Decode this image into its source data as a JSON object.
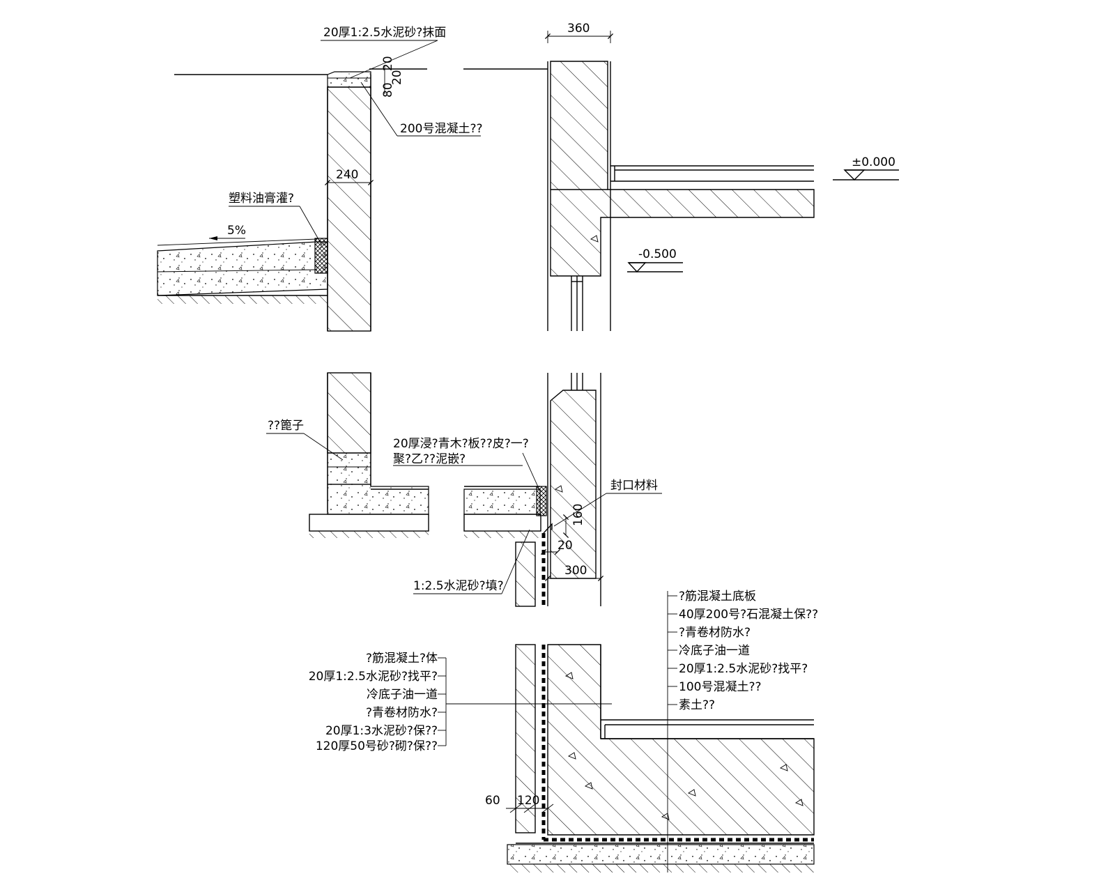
{
  "labels": {
    "top_mortar_finish": "20厚1:2.5水泥砂?抹面",
    "concrete_coping": "200号混凝土??",
    "plastic_ointment": "塑料油膏灌?",
    "slope": "5%",
    "elev_zero": "±0.000",
    "elev_minus": "-0.500",
    "grate": "??篦子",
    "asphalt_board_1": "20厚浸?青木?板??皮?一?",
    "asphalt_board_2": "聚?乙??泥嵌?",
    "seal_material": "封口材料",
    "mortar_fill": "1:2.5水泥砂?填?"
  },
  "dimensions": {
    "d360": "360",
    "d240": "240",
    "d20a": "20",
    "d20b": "20",
    "d80": "80",
    "d160": "160",
    "d20c": "20",
    "d300": "300",
    "d60": "60",
    "d120": "120"
  },
  "left_layers": [
    "?筋混凝土?体",
    "20厚1:2.5水泥砂?找平?",
    "冷底子油一道",
    "?青卷材防水?",
    "20厚1:3水泥砂?保??",
    "120厚50号砂?砌?保??"
  ],
  "right_layers": [
    "?筋混凝土底板",
    "40厚200号?石混凝土保??",
    "?青卷材防水?",
    "冷底子油一道",
    "20厚1:2.5水泥砂?找平?",
    "100号混凝土??",
    "素土??"
  ]
}
